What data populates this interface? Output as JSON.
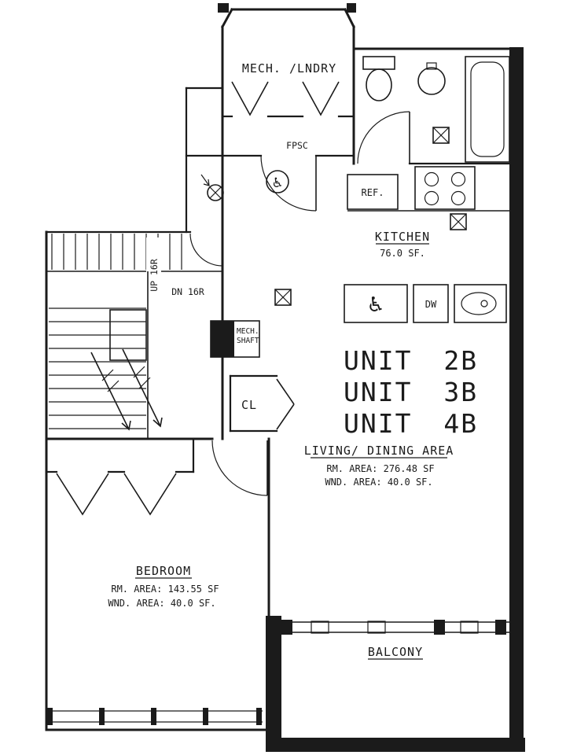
{
  "plan": {
    "units": [
      "UNIT 2B",
      "UNIT 3B",
      "UNIT 4B"
    ],
    "rooms": {
      "mech_lndry": {
        "label": "MECH. /LNDRY"
      },
      "kitchen": {
        "label": "KITCHEN",
        "area": "76.0 SF."
      },
      "living_dining": {
        "label": "LIVING/ DINING AREA",
        "rm_area": "RM. AREA: 276.48 SF",
        "wnd_area": "WND. AREA: 40.0 SF."
      },
      "bedroom": {
        "label": "BEDROOM",
        "rm_area": "RM. AREA: 143.55 SF",
        "wnd_area": "WND. AREA: 40.0 SF."
      },
      "balcony": {
        "label": "BALCONY"
      },
      "closet": {
        "label": "CL"
      },
      "mech_shaft": {
        "line1": "MECH.",
        "line2": "SHAFT"
      }
    },
    "fixtures": {
      "refrigerator": "REF.",
      "dishwasher": "DW",
      "fpsc": "FPSC"
    },
    "stairs": {
      "up": "UP 16R",
      "down": "DN 16R"
    },
    "colors": {
      "ink": "#1b1b1b",
      "paper": "#ffffff"
    }
  }
}
